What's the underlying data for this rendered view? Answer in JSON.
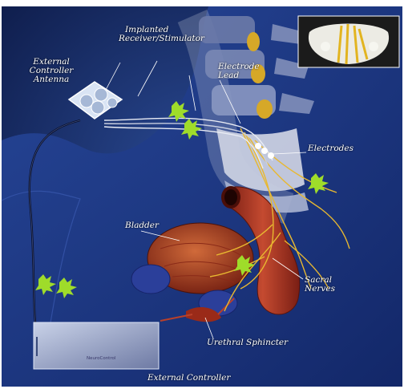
{
  "labels": {
    "external_controller_antenna_line1": "External",
    "external_controller_antenna_line2": "Controller",
    "external_controller_antenna_line3": "Antenna",
    "implanted_line1": "Implanted",
    "implanted_line2": "Receiver/Stimulator",
    "electrode_lead_line1": "Electrode",
    "electrode_lead_line2": "Lead",
    "electrodes": "Electrodes",
    "bladder": "Bladder",
    "sacral_line1": "Sacral",
    "sacral_line2": "Nerves",
    "urethral_sphincter": "Urethral Sphincter",
    "external_controller": "External Controller"
  },
  "device": {
    "brand": "NeuroControl"
  },
  "colors": {
    "background": "#1f3a7a",
    "body": "#18327a",
    "spine": "#d9d6c8",
    "nerve": "#e8b830",
    "muscle": "#b8402a",
    "bladder": "#b8502e",
    "highlight": "#9fdc2a"
  }
}
